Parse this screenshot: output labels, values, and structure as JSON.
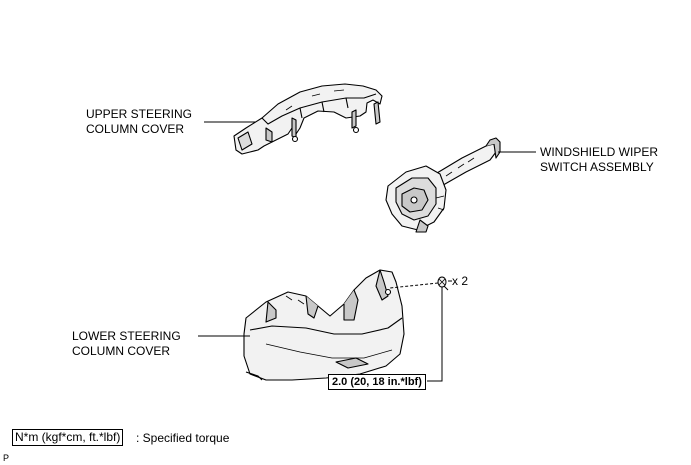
{
  "labels": {
    "upper_cover_line1": "UPPER STEERING",
    "upper_cover_line2": "COLUMN COVER",
    "wiper_switch_line1": "WINDSHIELD WIPER",
    "wiper_switch_line2": "SWITCH ASSEMBLY",
    "lower_cover_line1": "LOWER STEERING",
    "lower_cover_line2": "COLUMN COVER",
    "screw_qty": "x 2",
    "torque_value": "2.0 (20, 18 in.*lbf)"
  },
  "legend": {
    "unit_box": "N*m (kgf*cm, ft.*lbf)",
    "description": ": Specified torque"
  },
  "corner_tag": "P",
  "colors": {
    "line": "#000000",
    "part_fill": "#f2f2f2",
    "part_shade": "#c8c8c8",
    "background": "#ffffff"
  }
}
